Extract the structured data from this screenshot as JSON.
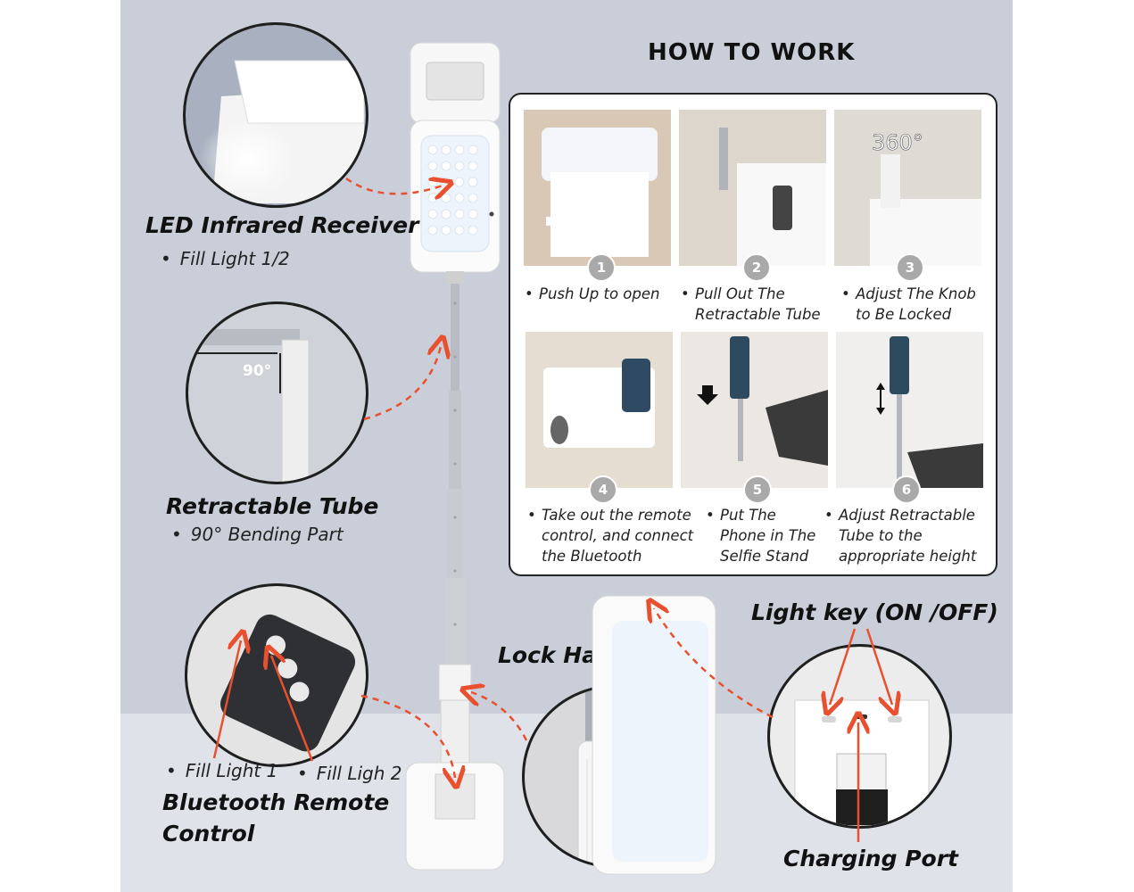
{
  "howto": {
    "title": "HOW TO WORK",
    "steps": [
      {
        "number": "1",
        "text": "Push Up to open"
      },
      {
        "number": "2",
        "text": "Pull Out The Retractable Tube"
      },
      {
        "number": "3",
        "text": "Adjust The Knob to Be Locked"
      },
      {
        "number": "4",
        "text": "Take out the remote control, and connect the Bluetooth"
      },
      {
        "number": "5",
        "text": "Put The Phone in The Selfie Stand"
      },
      {
        "number": "6",
        "text": "Adjust Retractable Tube to the appropriate height"
      }
    ]
  },
  "features": {
    "led": {
      "title": "LED Infrared Receiver",
      "sub": "Fill Light 1/2"
    },
    "tube": {
      "title": "Retractable Tube",
      "sub": "90° Bending Part",
      "angle_label": "90°"
    },
    "remote": {
      "title_line1": "Bluetooth Remote",
      "title_line2": "Control",
      "sub1": "Fill Light 1",
      "sub2": "Fill Ligh 2"
    },
    "lock": {
      "title": "Lock Handle"
    },
    "lightkey": {
      "title": "Light key (ON /OFF)"
    },
    "charging": {
      "title": "Charging Port"
    }
  },
  "photo_labels": {
    "rotation": "360°"
  },
  "colors": {
    "arrow": "#e8502f",
    "panel": "#c9ced9",
    "floor": "#dfe2e9",
    "step_badge": "#a9a9a9"
  }
}
